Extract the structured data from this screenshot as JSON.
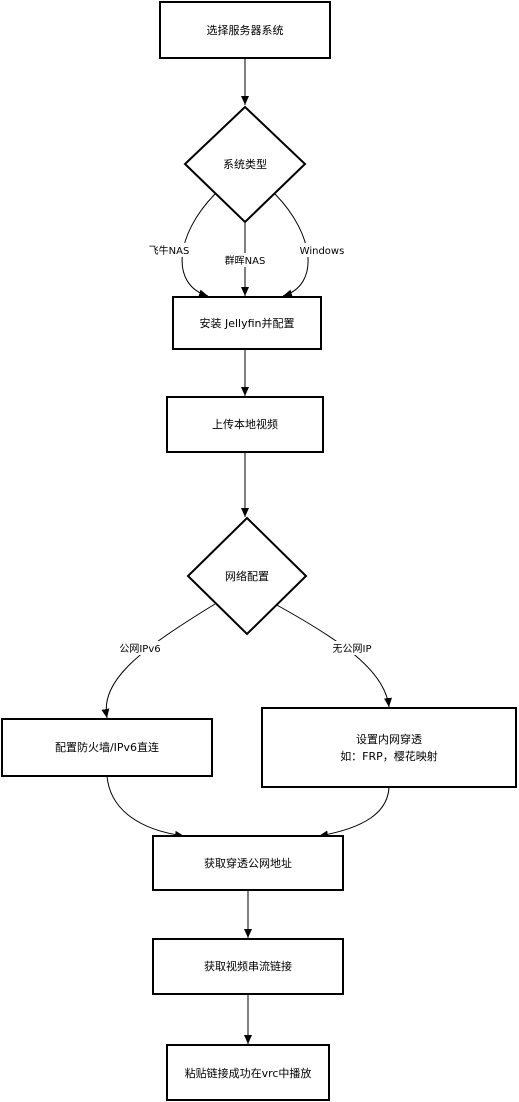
{
  "nodes": {
    "select_system": "选择服务器系统",
    "system_type": "系统类型",
    "install_jellyfin": "安装 Jellyfin并配置",
    "upload_video": "上传本地视频",
    "network_config": "网络配置",
    "firewall_ipv6": "配置防火墙/IPv6直连",
    "tunnel_line1": "设置内网穿透",
    "tunnel_line2": "如：FRP，樱花映射",
    "get_public_address": "获取穿透公网地址",
    "get_stream_link": "获取视频串流链接",
    "paste_play": "粘贴链接成功在vrc中播放"
  },
  "edges": {
    "feiniu_nas": "飞牛NAS",
    "qunhui_nas": "群晖NAS",
    "windows": "Windows",
    "public_ipv6": "公网IPv6",
    "no_public_ip": "无公网IP"
  }
}
